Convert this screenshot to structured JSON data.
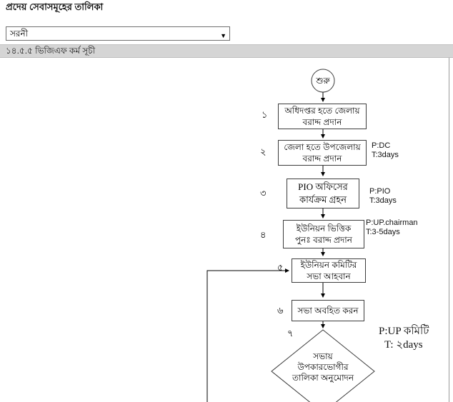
{
  "page": {
    "title": "প্রদেয় সেবাসমূহের তালিকা",
    "section_header": "১৪.৫.৫ ভিজিএফ কর্ম সূচী"
  },
  "dropdown": {
    "value": "সরনী"
  },
  "flowchart": {
    "start": "শুরু",
    "steps": [
      {
        "num": "১",
        "line1": "অধিদপ্তর হতে জেলায়",
        "line2": "বরাদ্দ প্রদান"
      },
      {
        "num": "২",
        "line1": "জেলা হতে উপজেলায়",
        "line2": "বরাদ্দ প্রদান",
        "ann1": "P:DC",
        "ann2": "T:3days"
      },
      {
        "num": "৩",
        "line1": "PIO অফিসের",
        "line2": "কার্যক্রম গ্রহন",
        "ann1": "P:PIO",
        "ann2": "T:3days"
      },
      {
        "num": "৪",
        "line1": "ইউনিয়ন ভিত্তিক",
        "line2": "পুনঃ বরাদ্দ প্রদান",
        "ann1": "P:UP.chairman",
        "ann2": "T:3-5days"
      },
      {
        "num": "৫",
        "line1": "ইউনিয়ন কমিটির",
        "line2": "সভা আহবান"
      },
      {
        "num": "৬",
        "line1": "সভা অবহিত করন"
      },
      {
        "num": "৭",
        "line1": "সভায়",
        "line2": "উপকারভোগীর",
        "line3": "তালিকা অনুমোদন",
        "ann1": "P:UP কমিটি",
        "ann2": "T: ২days"
      }
    ]
  }
}
